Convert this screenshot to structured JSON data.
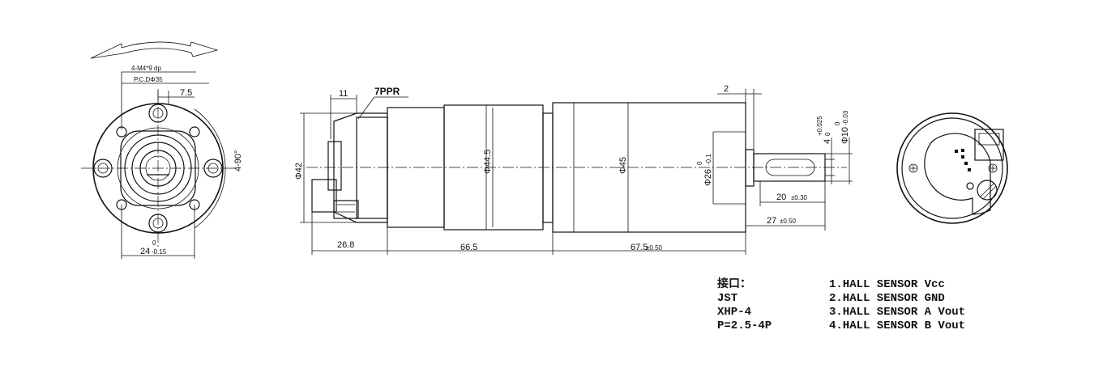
{
  "front_view": {
    "holes_label": "4-M4*9 dp",
    "pcd_label": "P.C.DΦ35",
    "dim_7_5": "7.5",
    "angle_label": "4-90°",
    "width_label": "24",
    "width_tol_upper": "0",
    "width_tol_lower": "-0.15"
  },
  "side_view": {
    "ppr_label": "7PPR",
    "dim_11": "11",
    "dim_2": "2",
    "dia_42": "Φ42",
    "dia_44_5": "Φ44.5",
    "dia_45": "Φ45",
    "dia_26": "Φ26",
    "dia_26_tol_upper": "0",
    "dia_26_tol_lower": "-0.1",
    "shaft_key_label": "4",
    "shaft_key_tol_upper": "+0.025",
    "shaft_key_tol_lower": "0",
    "shaft_dia_label": "Φ10",
    "shaft_dia_tol_upper": "0",
    "shaft_dia_tol_lower": "-0.03",
    "dim_20": "20",
    "dim_20_tol": "±0.30",
    "dim_27": "27",
    "dim_27_tol": "±0.50",
    "dim_26_8": "26.8",
    "dim_66_5": "66.5",
    "dim_67_5": "67.5",
    "dim_67_5_tol": "±0.50"
  },
  "legend": {
    "left": [
      "接口：",
      "JST",
      "XHP-4",
      "P=2.5-4P"
    ],
    "right": [
      "1.HALL SENSOR Vcc",
      "2.HALL SENSOR GND",
      "3.HALL SENSOR A Vout",
      "4.HALL SENSOR B Vout"
    ]
  }
}
